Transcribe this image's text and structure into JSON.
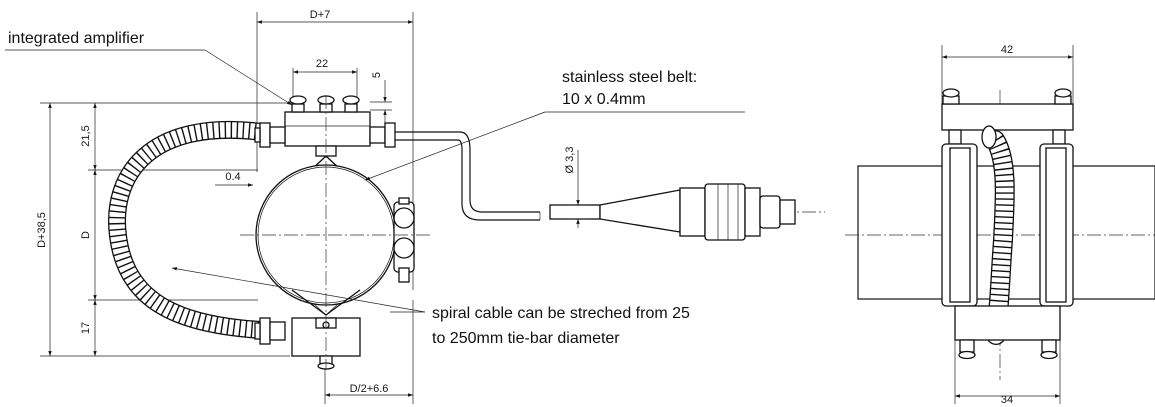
{
  "labels": {
    "amplifier": "integrated amplifier",
    "belt_line1": "stainless steel belt:",
    "belt_line2": "10 x 0.4mm",
    "spiral_line1": "spiral cable can be streched from 25",
    "spiral_line2": "to 250mm tie-bar diameter"
  },
  "dimensions": {
    "top_width": "D+7",
    "screw_spacing": "22",
    "screw_height": "5",
    "top_height": "21,5",
    "total_height": "D+38,5",
    "diameter": "D",
    "belt_thickness": "0.4",
    "bottom_height": "17",
    "half_width": "D/2+6.6",
    "cable_diameter": "Ø 3,3",
    "side_top_width": "42",
    "side_bottom_width": "34"
  }
}
